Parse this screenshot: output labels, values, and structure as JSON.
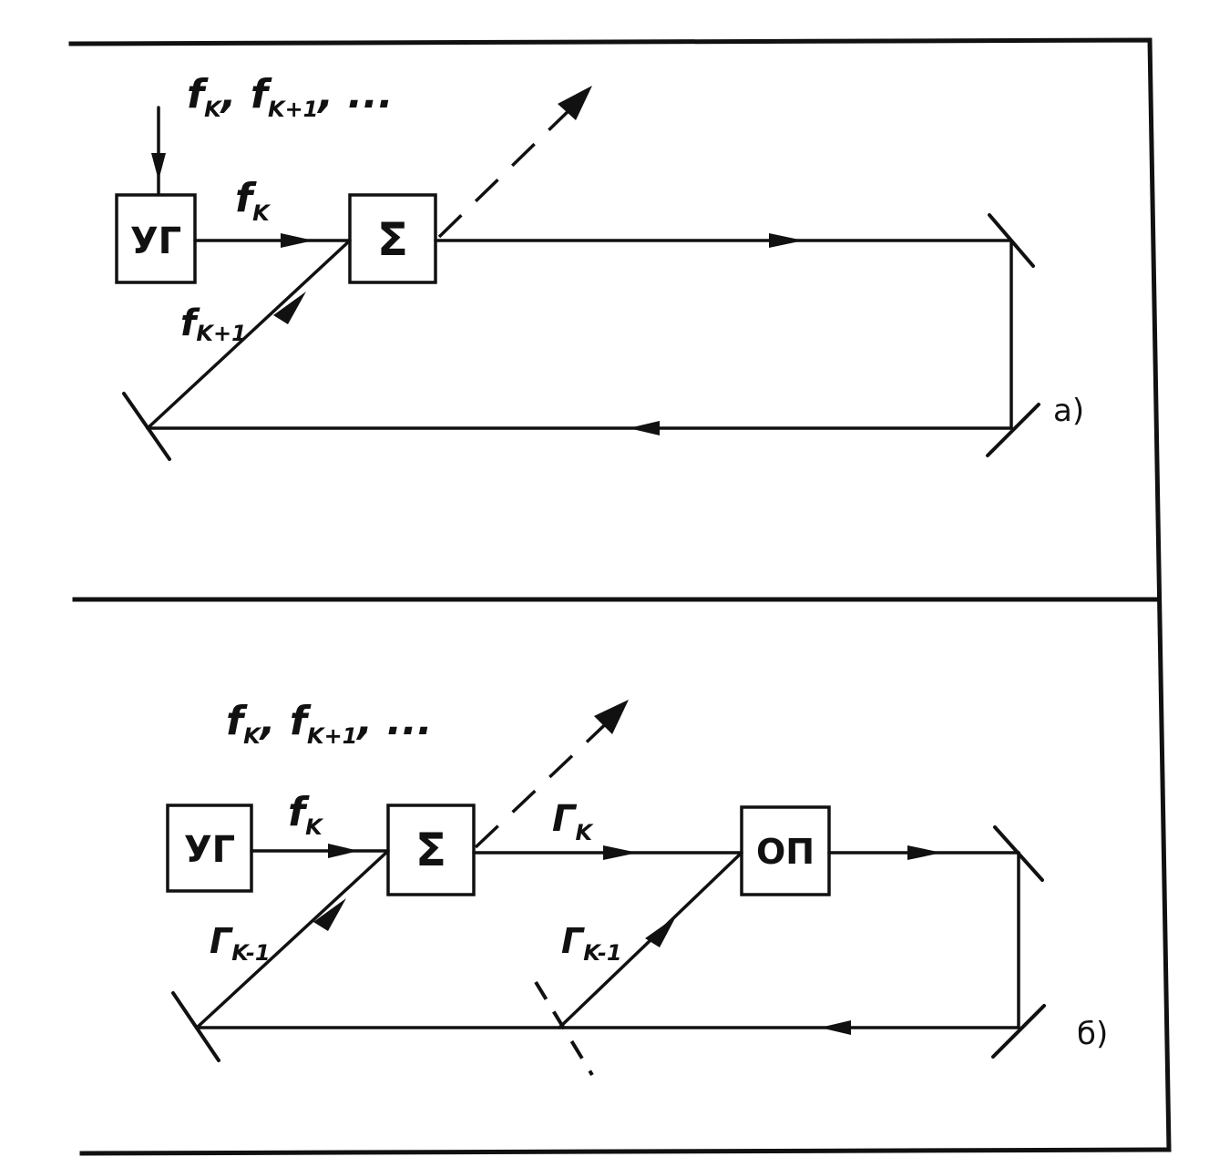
{
  "panel_a": {
    "input_label_1": "f",
    "input_label_1_sub": "K",
    "input_label_sep": ", ",
    "input_label_2": "f",
    "input_label_2_sub": "K+1",
    "input_label_tail": ", ...",
    "generator_label": "УГ",
    "summator_label": "Σ",
    "fk_label": "f",
    "fk_sub": "K",
    "feedback_label": "f",
    "feedback_sub": "K+1",
    "caption": "a)"
  },
  "panel_b": {
    "input_label_1": "f",
    "input_label_1_sub": "K",
    "input_label_sep": ", ",
    "input_label_2": "f",
    "input_label_2_sub": "K+1",
    "input_label_tail": ", ...",
    "generator_label": "УГ",
    "summator_label": "Σ",
    "processor_label": "ОП",
    "fk_label": "f",
    "fk_sub": "K",
    "gk_label": "Γ",
    "gk_sub": "K",
    "feedback_left_label": "Γ",
    "feedback_left_sub": "K-1",
    "feedback_right_label": "Γ",
    "feedback_right_sub": "K-1",
    "caption": "б)"
  }
}
